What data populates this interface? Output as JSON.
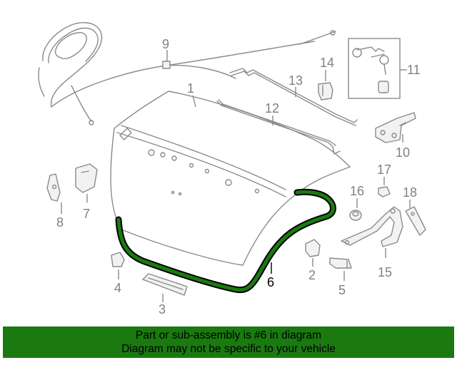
{
  "callouts": {
    "c1": "1",
    "c2": "2",
    "c3": "3",
    "c4": "4",
    "c5": "5",
    "c6": "6",
    "c7": "7",
    "c8": "8",
    "c9": "9",
    "c10": "10",
    "c11": "11",
    "c12": "12",
    "c13": "13",
    "c14": "14",
    "c15": "15",
    "c16": "16",
    "c17": "17",
    "c18": "18"
  },
  "highlight": {
    "part_number": "6",
    "color": "#1a7a10"
  },
  "banner": {
    "line1": "Part or sub-assembly is #6 in diagram",
    "line2": "Diagram may not be specific to your vehicle",
    "background": "#1a7a10"
  }
}
